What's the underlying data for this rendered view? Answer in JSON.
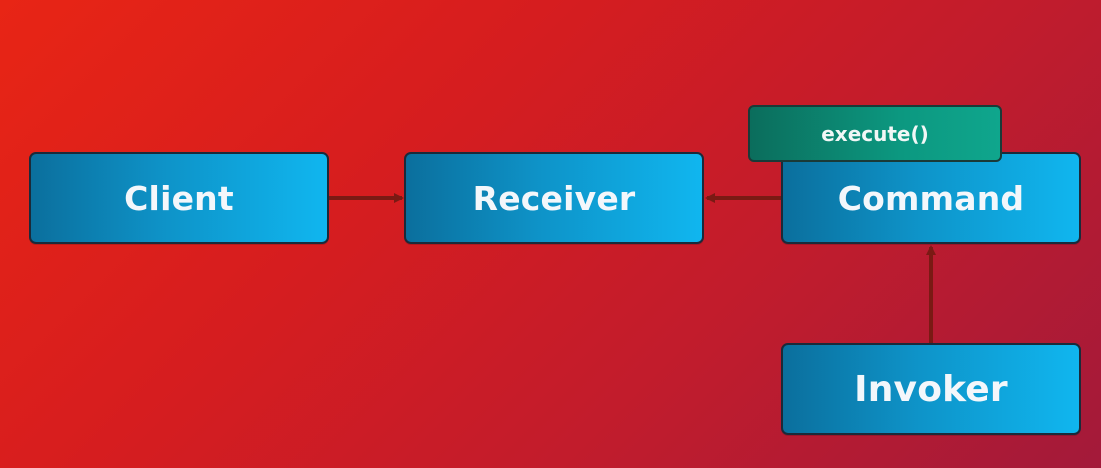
{
  "diagram": {
    "nodes": {
      "client": {
        "label": "Client"
      },
      "receiver": {
        "label": "Receiver"
      },
      "command": {
        "label": "Command"
      },
      "invoker": {
        "label": "Invoker"
      }
    },
    "method_tag": {
      "label": "execute()"
    },
    "edges": [
      {
        "from": "client",
        "to": "receiver"
      },
      {
        "from": "command",
        "to": "receiver"
      },
      {
        "from": "invoker",
        "to": "command"
      }
    ]
  },
  "colors": {
    "background_start": "#e82515",
    "background_end": "#a31a3a",
    "node_fill": "#10b6ef",
    "method_tag_fill": "#0c9880",
    "arrow": "#7a1a14"
  }
}
